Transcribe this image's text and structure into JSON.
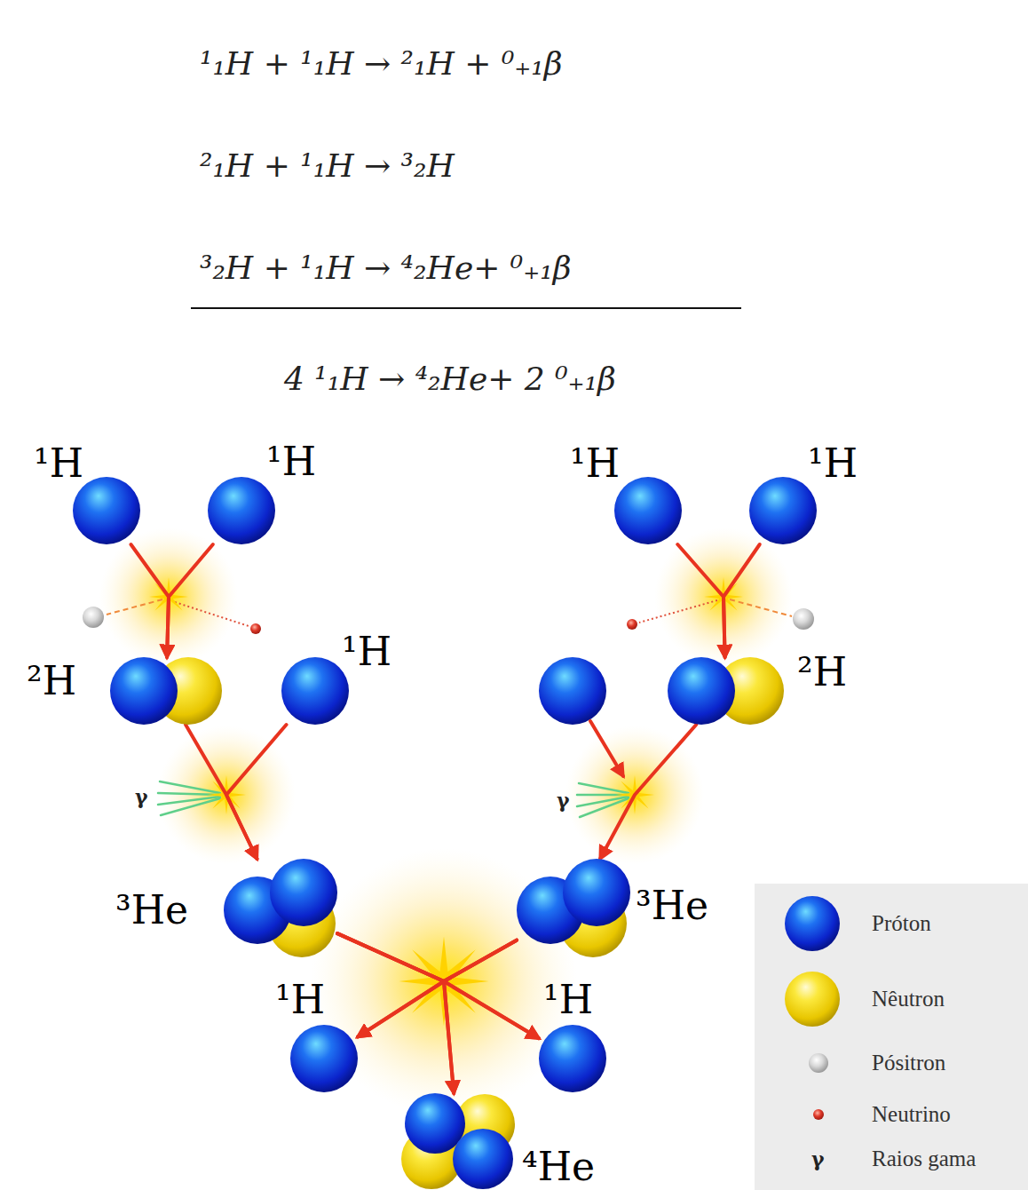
{
  "diagram": {
    "nodes": [
      {
        "text": [
          "¹H"
        ]
      },
      {
        "text": [
          "¹H"
        ]
      },
      {
        "text": [
          "¹H"
        ]
      },
      {
        "text": [
          "¹H"
        ]
      },
      {
        "text": [
          "²H"
        ]
      },
      {
        "text": [
          "¹H"
        ]
      },
      {
        "text": [
          "²H"
        ]
      },
      {
        "text": [
          "³He"
        ]
      },
      {
        "text": [
          "³He"
        ]
      },
      {
        "text": [
          "¹H"
        ]
      },
      {
        "text": [
          "¹H"
        ]
      },
      {
        "text": [
          "⁴He"
        ]
      }
    ],
    "edges": [
      {
        "from": 0,
        "to": 4,
        "arrow": "to"
      },
      {
        "from": 1,
        "to": 4,
        "arrow": "to"
      },
      {
        "from": 2,
        "to": 6,
        "arrow": "to"
      },
      {
        "from": 3,
        "to": 6,
        "arrow": "to"
      },
      {
        "from": 4,
        "to": 7,
        "arrow": "to"
      },
      {
        "from": 5,
        "to": 7,
        "arrow": "to"
      },
      {
        "from": 6,
        "to": 8,
        "arrow": "to"
      },
      {
        "from": 7,
        "to": 9,
        "arrow": "to"
      },
      {
        "from": 7,
        "to": 10,
        "arrow": "to"
      },
      {
        "from": 7,
        "to": 11,
        "arrow": "to"
      },
      {
        "from": 8,
        "to": 9,
        "arrow": "to"
      },
      {
        "from": 8,
        "to": 10,
        "arrow": "to"
      },
      {
        "from": 8,
        "to": 11,
        "arrow": "to"
      }
    ],
    "labels": [
      "¹₁H + ¹₁H → ²₁H + ⁰₊₁β",
      "²₁H + ¹₁H → ³₂H",
      "³₂H + ¹₁H → ⁴₂He+ ⁰₊₁β",
      "4 ¹₁H → ⁴₂He+ 2 ⁰₊₁β",
      "γ",
      "γ",
      "γ"
    ],
    "legend": [
      {
        "text": "Próton"
      },
      {
        "text": "Nêutron"
      },
      {
        "text": "Pósitron"
      },
      {
        "text": "Neutrino"
      },
      {
        "text": "Raios gama"
      }
    ]
  }
}
